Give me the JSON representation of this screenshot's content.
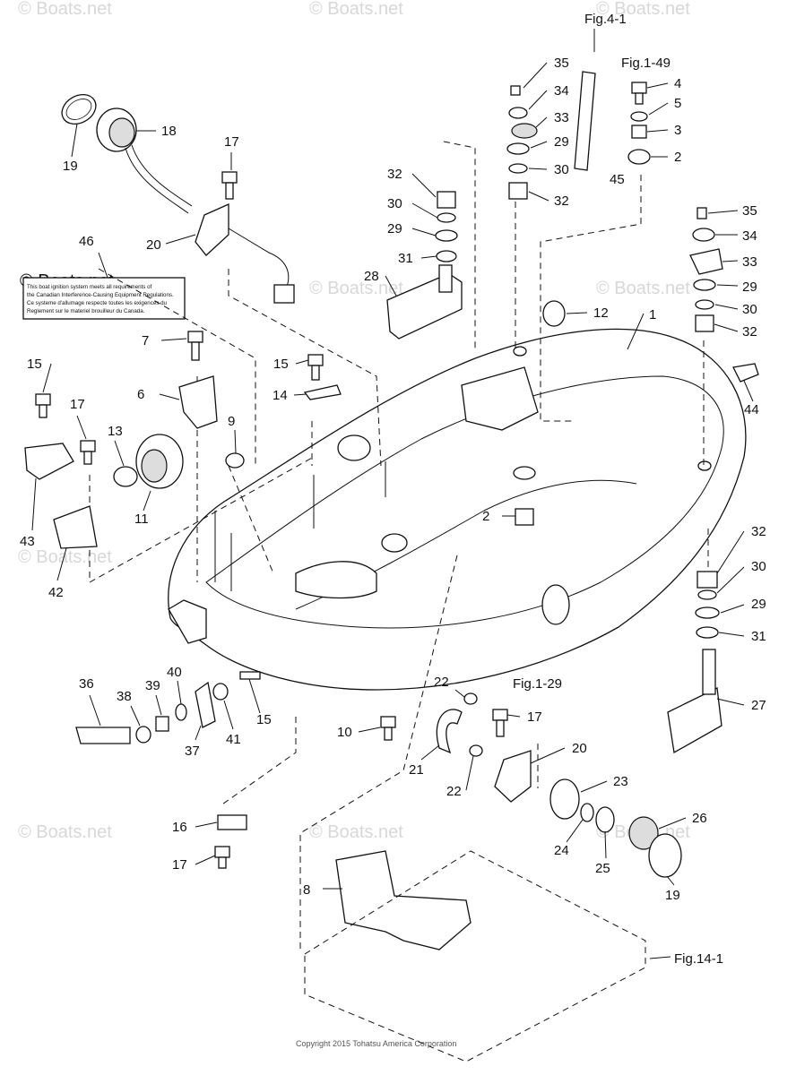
{
  "watermark": "© Boats.net",
  "copyright": "Copyright 2015 Tohatsu America Corporation",
  "notice_label": [
    "This boat ignition system meets all requirements of",
    "the Canadian Interference-Causing Equipment Regulations.",
    "Ce systeme d'allumage respecte toutes les exigences du",
    "Reglement sur le materiel brouilleur du Canada."
  ],
  "references": {
    "fig_4_1": "Fig.4-1",
    "fig_1_49": "Fig.1-49",
    "fig_1_29": "Fig.1-29",
    "fig_14_1": "Fig.14-1"
  },
  "callouts": [
    "35",
    "34",
    "33",
    "29",
    "30",
    "45",
    "32",
    "4",
    "5",
    "3",
    "2",
    "17",
    "18",
    "19",
    "20",
    "46",
    "32",
    "30",
    "29",
    "31",
    "28",
    "35",
    "34",
    "33",
    "29",
    "30",
    "32",
    "12",
    "1",
    "7",
    "15",
    "6",
    "15",
    "14",
    "9",
    "13",
    "17",
    "11",
    "43",
    "42",
    "44",
    "2",
    "10",
    "22",
    "17",
    "20",
    "21",
    "22",
    "23",
    "24",
    "25",
    "26",
    "19",
    "32",
    "30",
    "29",
    "31",
    "27",
    "36",
    "38",
    "39",
    "40",
    "37",
    "41",
    "15",
    "16",
    "17",
    "8"
  ]
}
